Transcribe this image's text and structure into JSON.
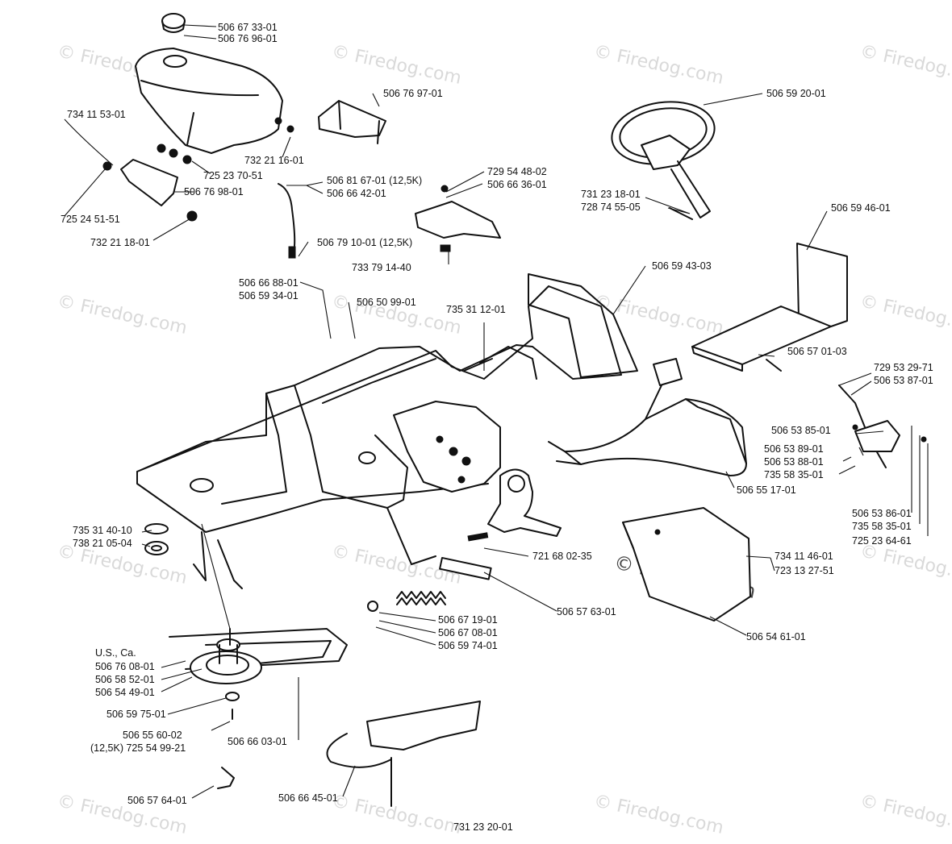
{
  "watermark": "© Firedog.com",
  "watermark_center": "© Firedog.com",
  "labels": {
    "l1": "506 67 33-01",
    "l2": "506 76 96-01",
    "l3": "506 76 97-01",
    "l4": "734 11 53-01",
    "l5": "732 21 16-01",
    "l6": "725 23 70-51",
    "l7": "506 76 98-01",
    "l8": "725 24 51-51",
    "l9": "732 21 18-01",
    "l10": "506 81 67-01 (12,5K)",
    "l11": "506 66 42-01",
    "l12": "506 79 10-01 (12,5K)",
    "l13": "729 54 48-02",
    "l14": "506 66 36-01",
    "l15": "733 79 14-40",
    "l16": "506 59 20-01",
    "l17": "731 23 18-01",
    "l18": "728 74 55-05",
    "l19": "506 59 46-01",
    "l20": "506 59 43-03",
    "l21": "506 66 88-01",
    "l22": "506 59 34-01",
    "l23": "506 50 99-01",
    "l24": "735 31 12-01",
    "l25": "506 57 01-03",
    "l26": "729 53 29-71",
    "l27": "506 53 87-01",
    "l28": "506 53 85-01",
    "l29": "506 53 89-01",
    "l30": "506 53 88-01",
    "l31": "735 58 35-01",
    "l32": "506 55 17-01",
    "l33": "506 53 86-01",
    "l34": "735 58 35-01",
    "l35": "725 23 64-61",
    "l36": "735 31 40-10",
    "l37": "738 21 05-04",
    "l38": "721 68 02-35",
    "l39": "734 11 46-01",
    "l40": "723 13 27-51",
    "l41": "506 57 63-01",
    "l42": "506 67 19-01",
    "l43": "506 67 08-01",
    "l44": "506 59 74-01",
    "l45": "506 54 61-01",
    "l46": "U.S., Ca.",
    "l47": "506 76 08-01",
    "l48": "506 58 52-01",
    "l49": "506 54 49-01",
    "l50": "506 59 75-01",
    "l51": "506 55 60-02",
    "l52": "(12,5K) 725 54 99-21",
    "l53": "506 66 03-01",
    "l54": "506 57 64-01",
    "l55": "506 66 45-01",
    "l56": "731 23 20-01"
  }
}
